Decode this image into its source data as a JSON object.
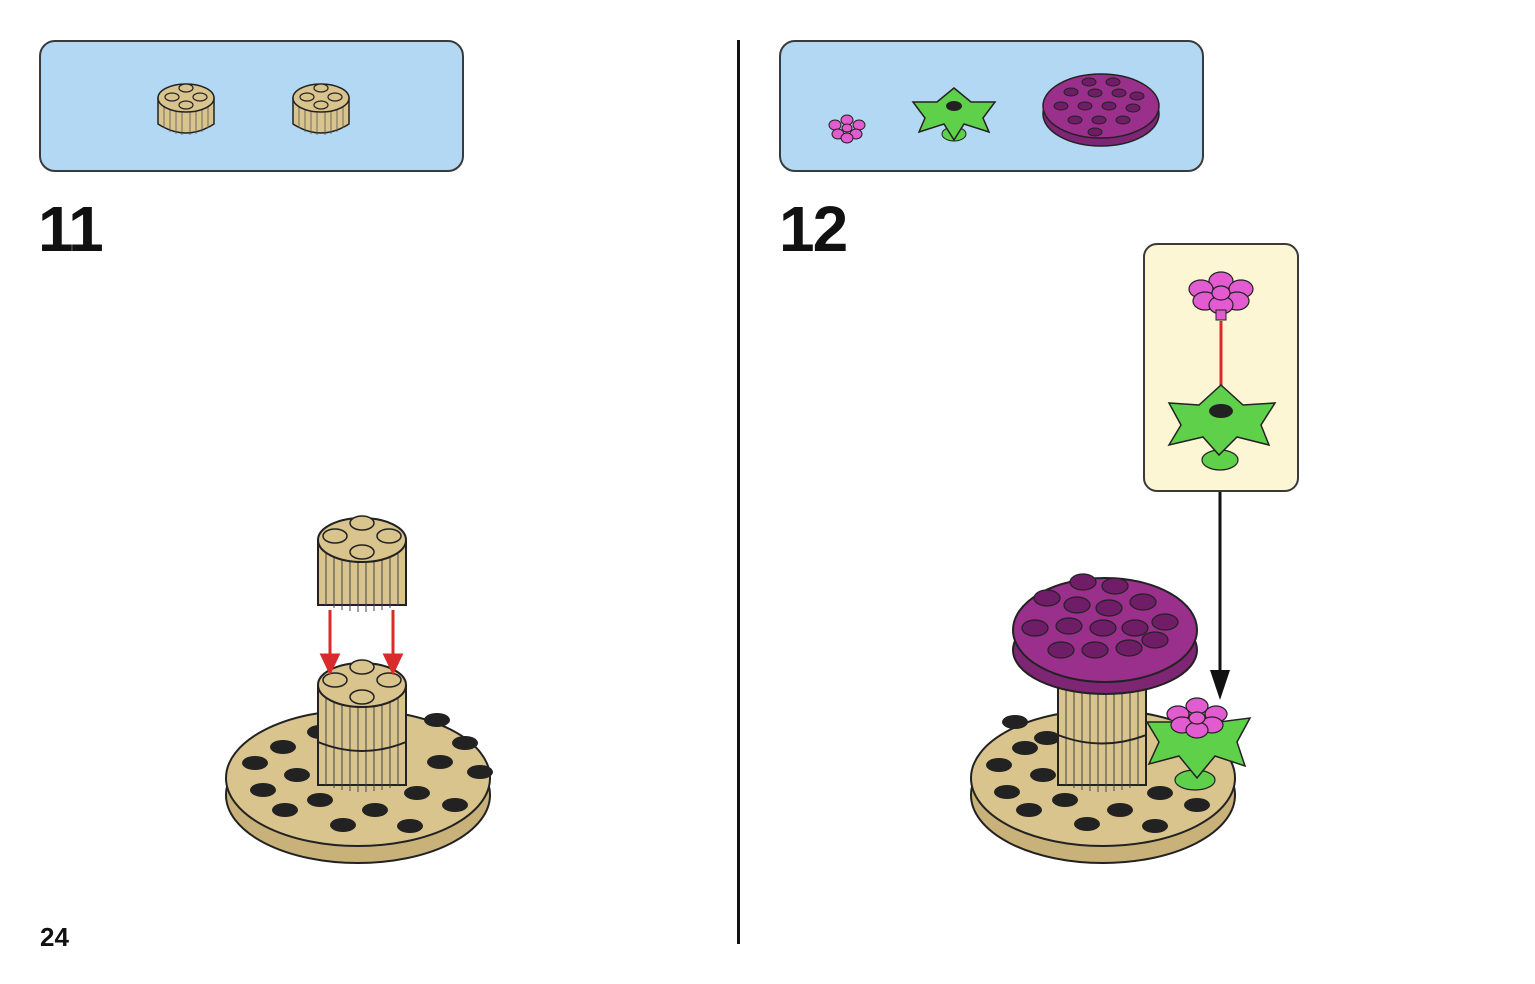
{
  "page": {
    "number": "24"
  },
  "steps": [
    {
      "number": "11",
      "parts": [
        "round-brick-2x2-tan",
        "round-brick-2x2-tan"
      ]
    },
    {
      "number": "12",
      "parts": [
        "flower-pink",
        "plant-leaves-green",
        "round-plate-4x4-magenta"
      ]
    }
  ],
  "colors": {
    "parts_box": "#b3d8f3",
    "callout": "#fdf6d4",
    "tan": "#d9c48e",
    "magenta": "#9b2f8c",
    "green": "#5fd04a",
    "pink": "#e35bd0",
    "arrow_red": "#d92b2b"
  }
}
